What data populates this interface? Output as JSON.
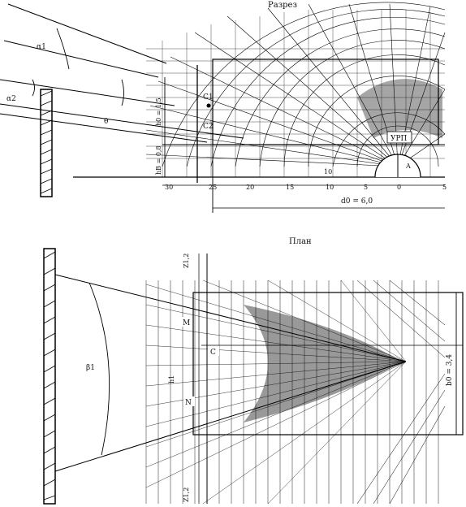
{
  "section": {
    "title": "Разрез",
    "alpha1": "α1",
    "alpha2": "α2",
    "theta": "θ",
    "h0": "h0 = 1,5",
    "hB": "hB = 0,8",
    "C1": "C1",
    "C2": "C2",
    "urp": "УРП",
    "A": "A",
    "d0": "d0 = 6,0",
    "ruler_ticks": [
      "30",
      "25",
      "20",
      "15",
      "10",
      "5",
      "0",
      "5"
    ],
    "ruler_label_10": "10"
  },
  "plan": {
    "title": "План",
    "beta1": "β1",
    "M": "M",
    "C": "C",
    "N": "N",
    "h1": "h1",
    "b0": "b0 = 3,4",
    "top_mark": "Z1,2",
    "bottom_mark": "Z1,2"
  }
}
